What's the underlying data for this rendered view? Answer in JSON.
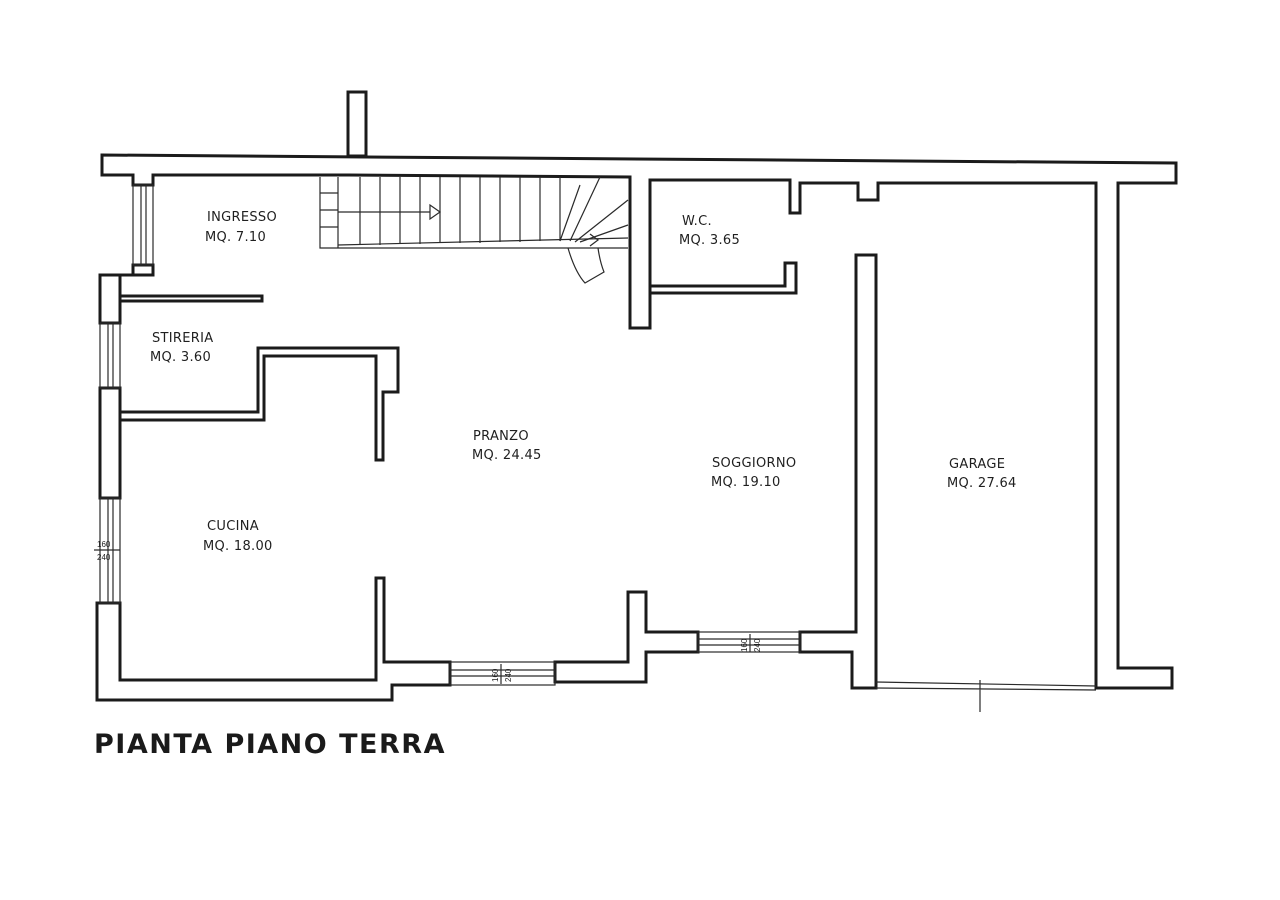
{
  "title": "PIANTA PIANO TERRA",
  "rooms": {
    "ingresso": {
      "name": "INGRESSO",
      "area": "MQ. 7.10"
    },
    "wc": {
      "name": "W.C.",
      "area": "MQ. 3.65"
    },
    "stireria": {
      "name": "STIRERIA",
      "area": "MQ. 3.60"
    },
    "pranzo": {
      "name": "PRANZO",
      "area": "MQ. 24.45"
    },
    "soggiorno": {
      "name": "SOGGIORNO",
      "area": "MQ. 19.10"
    },
    "garage": {
      "name": "GARAGE",
      "area": "MQ. 27.64"
    },
    "cucina": {
      "name": "CUCINA",
      "area": "MQ. 18.00"
    }
  },
  "windows": {
    "west": {
      "width": "160",
      "height": "240"
    },
    "south1": {
      "width": "160",
      "height": "240"
    },
    "south2": {
      "width": "160",
      "height": "240"
    }
  }
}
